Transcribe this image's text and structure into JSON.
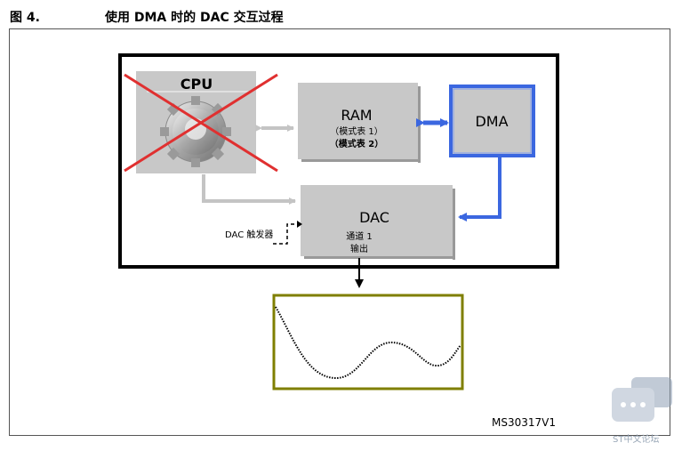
{
  "header": {
    "figure_number": "图 4.",
    "title": "使用 DMA 时的 DAC 交互过程"
  },
  "diagram": {
    "cpu_label": "CPU",
    "ram_label": "RAM",
    "ram_sub1": "（模式表 1）",
    "ram_sub2": "（模式表 2）",
    "dma_label": "DMA",
    "dac_label": "DAC",
    "dac_channel_line1": "通道 1",
    "dac_channel_line2": "输出",
    "dac_trigger_label": "DAC 触发器"
  },
  "footer": {
    "figure_id": "MS30317V1",
    "watermark_text": "ST中文论坛"
  },
  "colors": {
    "block_fill": "#c8c8c8",
    "dma_border": "#3b67e0",
    "cross": "#e03030",
    "waveform_border": "#7f7f00"
  }
}
